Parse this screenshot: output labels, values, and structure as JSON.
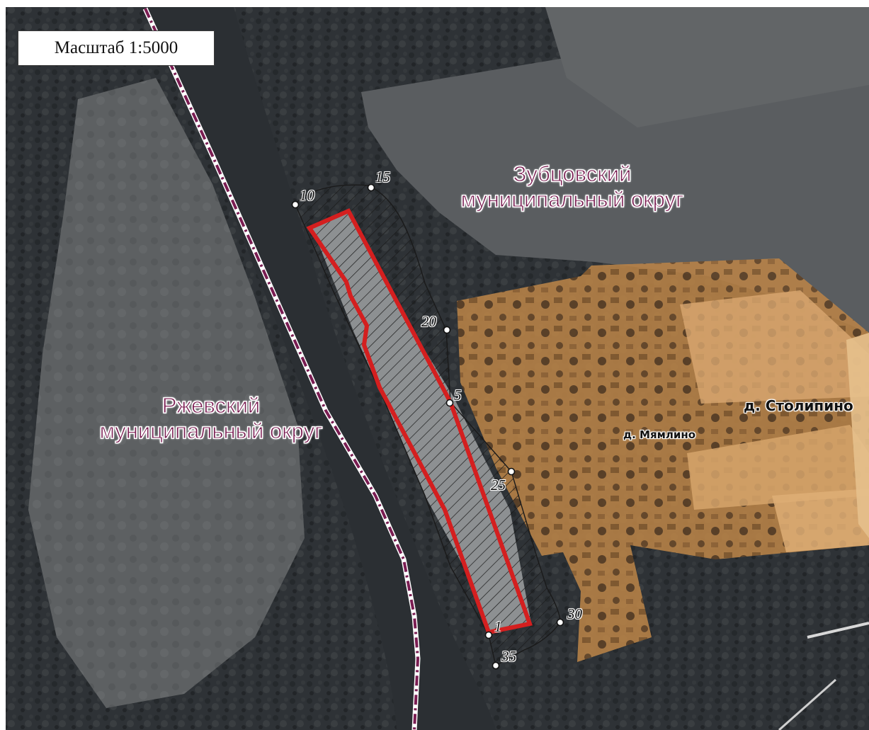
{
  "map": {
    "scale_label": "Масштаб 1:5000",
    "regions": {
      "zubtsov": {
        "line1": "Зубцовский",
        "line2": "муниципальный округ"
      },
      "rzhev": {
        "line1": "Ржевский",
        "line2": "муниципальный округ"
      }
    },
    "villages": {
      "stolipino": "д. Столипино",
      "myamlino": "д. Мямлино"
    },
    "points": {
      "p1": "1",
      "p5": "5",
      "p10": "10",
      "p15": "15",
      "p20": "20",
      "p25": "25",
      "p30": "30",
      "p35": "35"
    }
  },
  "colors": {
    "parcel_outline": "#d41f1f",
    "settlement_fill": "#c98a45",
    "region_label": "#7a1d52",
    "municipal_boundary": "#7a1d52",
    "river": "#2b2f33"
  }
}
